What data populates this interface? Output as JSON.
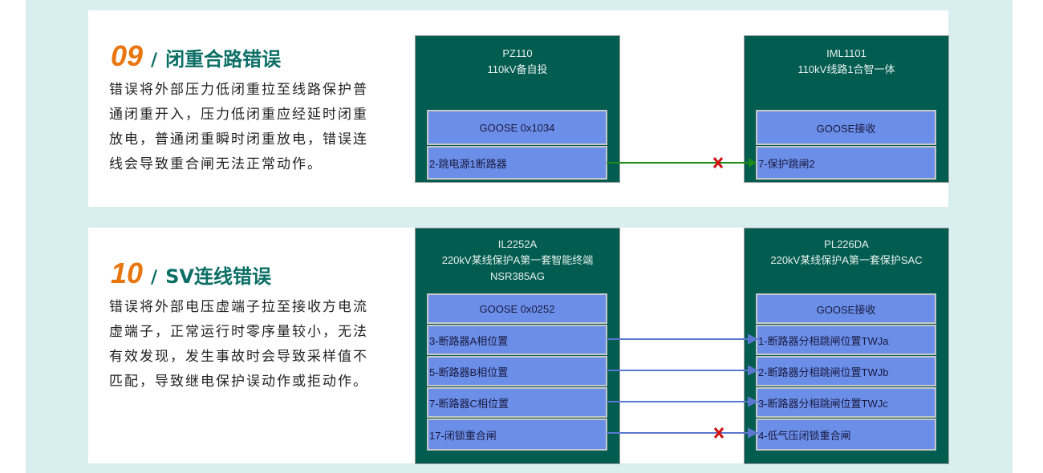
{
  "sections": [
    {
      "number": "09",
      "title": "闭重合路错误",
      "lines": [
        "错误将外部压力低闭重拉至线路保护普",
        "通闭重开入，压力低闭重应经延时闭重",
        "放电，普通闭重瞬时闭重放电，错误连",
        "线会导致重合闸无法正常动作。"
      ],
      "left_device": {
        "name": "PZ110",
        "desc": "110kV备自投",
        "goose": "GOOSE 0x1034",
        "rows": [
          "2-跳电源1断路器"
        ]
      },
      "right_device": {
        "name": "IML1101",
        "desc": "110kV线路1合智一体",
        "goose": "GOOSE接收",
        "rows": [
          "7-保护跳闸2"
        ]
      }
    },
    {
      "number": "10",
      "title": "SV连线错误",
      "lines": [
        "错误将外部电压虚端子拉至接收方电流",
        "虚端子，正常运行时零序量较小，无法",
        "有效发现，发生事故时会导致采样值不",
        "匹配，导致继电保护误动作或拒动作。"
      ],
      "left_device": {
        "name": "IL2252A",
        "desc": "220kV某线保护A第一套智能终端",
        "model": "NSR385AG",
        "goose": "GOOSE 0x0252",
        "rows": [
          "3-断路器A相位置",
          "5-断路器B相位置",
          "7-断路器C相位置",
          "17-闭锁重合闸"
        ]
      },
      "right_device": {
        "name": "PL226DA",
        "desc": "220kV某线保护A第一套保护SAC",
        "goose": "GOOSE接收",
        "rows": [
          "1-断路器分相跳闸位置TWJa",
          "2-断路器分相跳闸位置TWJb",
          "3-断路器分相跳闸位置TWJc",
          "4-低气压闭锁重合闸"
        ]
      }
    }
  ],
  "colors": {
    "accent": "#e8750e",
    "teal": "#0b6f66",
    "device": "#035c50",
    "block": "#6b8ee8",
    "error": "#d01010"
  }
}
